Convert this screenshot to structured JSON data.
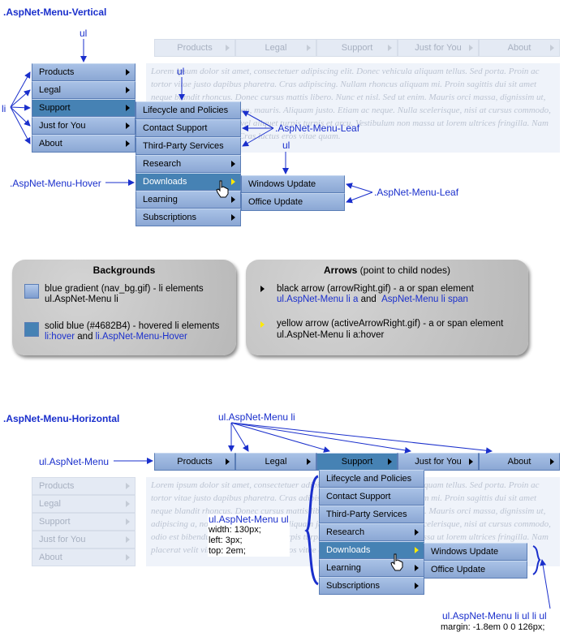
{
  "vertical": {
    "title": ".AspNet-Menu-Vertical",
    "top_items": [
      "Products",
      "Legal",
      "Support",
      "Just for You",
      "About"
    ],
    "support_items": [
      "Lifecycle and Policies",
      "Contact Support",
      "Third-Party Services",
      "Research",
      "Downloads",
      "Learning",
      "Subscriptions"
    ],
    "downloads_items": [
      "Windows Update",
      "Office Update"
    ],
    "faded_top": [
      "Products",
      "Legal",
      "Support",
      "Just for You",
      "About"
    ],
    "labels": {
      "ul_top": "ul",
      "ul_sub": "ul",
      "ul_sub2": "ul",
      "li": "li",
      "leaf1": ".AspNet-Menu-Leaf",
      "leaf2": ".AspNet-Menu-Leaf",
      "hover": ".AspNet-Menu-Hover"
    }
  },
  "lorem": "Lorem ipsum dolor sit amet, consectetuer adipiscing elit. Donec vehicula aliquam tellus. Sed porta. Proin ac tortor vitae justo dapibus pharetra. Cras adipiscing. Nullam rhoncus aliquam mi. Proin sagittis dui sit amet neque blandit rhoncus. Donec cursus mattis libero. Nunc et nisl. Sed ut enim. Mauris orci massa, dignissim ut, adipiscing a, nonummy non, mauris. Aliquam justo. Etiam ac neque. Nulla scelerisque, nisi at cursus commodo, odio est bibendum enim, vel aliquet turpis turpis et arcu. Vestibulum non massa ut lorem ultrices fringilla. Nam placerat velit vitae sem. Cras luctus eros vitae quam.",
  "backgrounds": {
    "title": "Backgrounds",
    "item1_text": "blue gradient (nav_bg.gif) - li elements",
    "item1_sel": "ul.AspNet-Menu li",
    "item2_text": "solid blue (#4682B4) - hovered li elements",
    "item2_sel_a": "li:hover",
    "item2_and": "and",
    "item2_sel_b": "li.AspNet-Menu-Hover"
  },
  "arrows": {
    "title": "Arrows",
    "subtitle": "(point to child nodes)",
    "item1_text": "black arrow (arrowRight.gif) - a or span element",
    "item1_sel_a": "ul.AspNet-Menu li a",
    "item1_and": "and",
    "item1_sel_b": "AspNet-Menu li span",
    "item2_text": "yellow arrow (activeArrowRight.gif) - a or span element",
    "item2_sel": "ul.AspNet-Menu li a:hover"
  },
  "horizontal": {
    "title": ".AspNet-Menu-Horizontal",
    "top_items": [
      "Products",
      "Legal",
      "Support",
      "Just for You",
      "About"
    ],
    "support_items": [
      "Lifecycle and Policies",
      "Contact Support",
      "Third-Party Services",
      "Research",
      "Downloads",
      "Learning",
      "Subscriptions"
    ],
    "downloads_items": [
      "Windows Update",
      "Office Update"
    ],
    "faded_left": [
      "Products",
      "Legal",
      "Support",
      "Just for You",
      "About"
    ],
    "labels": {
      "li": "ul.AspNet-Menu li",
      "menu": "ul.AspNet-Menu",
      "ul_title": "ul.AspNet-Menu ul",
      "ul_w": "width: 130px;",
      "ul_l": "left: 3px;",
      "ul_t": "top: 2em;",
      "deep_sel": "ul.AspNet-Menu li ul li ul",
      "deep_margin": "margin: -1.8em 0 0 126px;"
    }
  },
  "colors": {
    "hover": "#4682B4",
    "annotation": "#1a2fcc",
    "active_arrow": "#ffea00"
  }
}
